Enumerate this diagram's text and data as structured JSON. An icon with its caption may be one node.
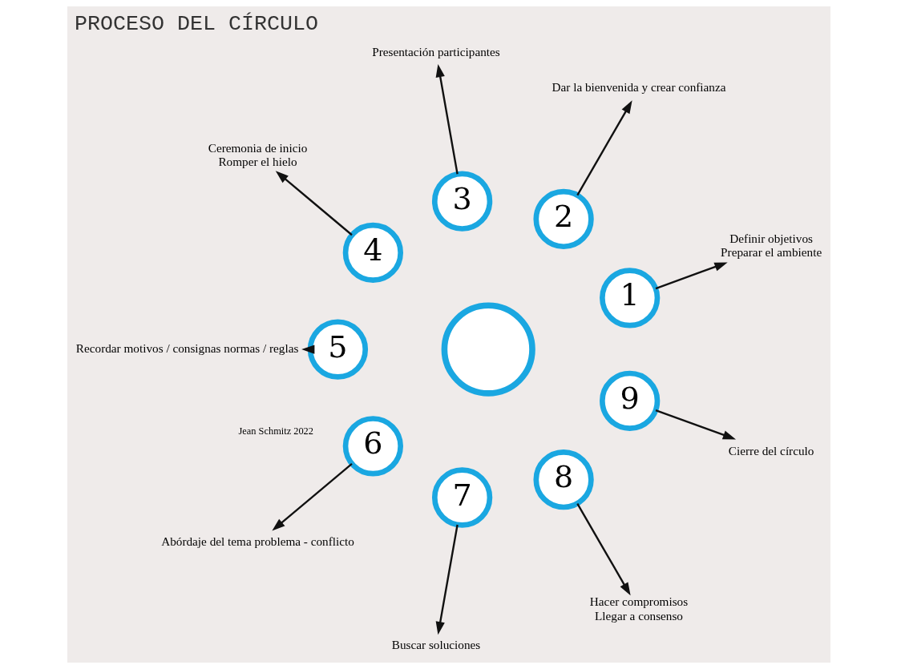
{
  "diagram": {
    "title": "PROCESO DEL CÍRCULO",
    "nodes": [
      {
        "text": [],
        "shape": "circle"
      },
      {
        "text": [
          "1"
        ]
      },
      {
        "text": [
          "2"
        ]
      },
      {
        "text": [
          "3"
        ]
      },
      {
        "text": [
          "4"
        ]
      },
      {
        "text": [
          "5"
        ]
      },
      {
        "text": [
          "6"
        ]
      },
      {
        "text": [
          "7"
        ]
      },
      {
        "text": [
          "8"
        ]
      },
      {
        "text": [
          "9"
        ]
      },
      {
        "text": [
          "Definir objetivos",
          "Preparar el ambiente"
        ]
      },
      {
        "text": [
          "Dar la bienvenida y crear confianza"
        ]
      },
      {
        "text": [
          "Presentación participantes"
        ]
      },
      {
        "text": [
          "Ceremonia de inicio",
          "Romper el hielo"
        ]
      },
      {
        "text": [
          "Recordar motivos / consignas normas / reglas"
        ]
      },
      {
        "text": [
          "Abórdaje del tema problema - conflicto"
        ]
      },
      {
        "text": [
          "Buscar soluciones"
        ]
      },
      {
        "text": [
          "Hacer compromisos",
          "Llegar a consenso"
        ]
      },
      {
        "text": [
          "Cierre del círculo"
        ]
      }
    ],
    "edges": [
      {
        "from": 1,
        "to": 10,
        "arrow": "to"
      },
      {
        "from": 2,
        "to": 11,
        "arrow": "to"
      },
      {
        "from": 3,
        "to": 12,
        "arrow": "to"
      },
      {
        "from": 4,
        "to": 13,
        "arrow": "to"
      },
      {
        "from": 5,
        "to": 14,
        "arrow": "to"
      },
      {
        "from": 6,
        "to": 15,
        "arrow": "to"
      },
      {
        "from": 7,
        "to": 16,
        "arrow": "to"
      },
      {
        "from": 8,
        "to": 17,
        "arrow": "to"
      },
      {
        "from": 9,
        "to": 18,
        "arrow": "to"
      }
    ],
    "labels": [
      "Jean Schmitz 2022"
    ]
  }
}
